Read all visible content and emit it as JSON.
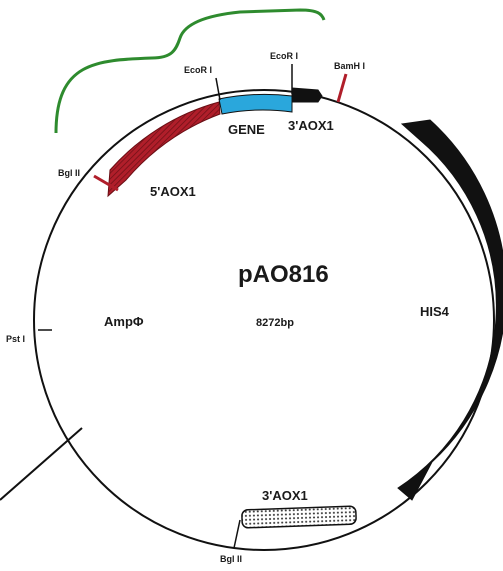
{
  "plasmid": {
    "name": "pAO816",
    "size": "8272bp"
  },
  "features": {
    "gene": "GENE",
    "aox1_3_top": "3'AOX1",
    "aox1_5": "5'AOX1",
    "amp": "AmpΦ",
    "his4": "HIS4",
    "aox1_3_bottom": "3'AOX1"
  },
  "sites": {
    "ecori_left": "EcoR I",
    "ecori_right": "EcoR I",
    "bamhi": "BamH I",
    "bglii_top": "Bgl II",
    "psti": "Pst I",
    "bglii_bottom": "Bgl II"
  },
  "colors": {
    "promoter": "#b01e2a",
    "gene": "#2aa7dc",
    "bracket": "#2e8b2e",
    "backbone": "#111111"
  }
}
